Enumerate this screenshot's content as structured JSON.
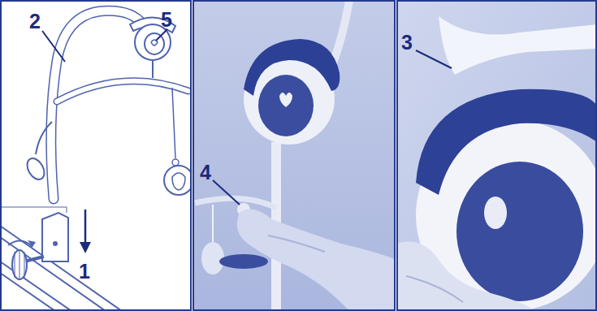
{
  "diagram": {
    "labels": [
      "2",
      "5",
      "1",
      "4",
      "3"
    ]
  }
}
